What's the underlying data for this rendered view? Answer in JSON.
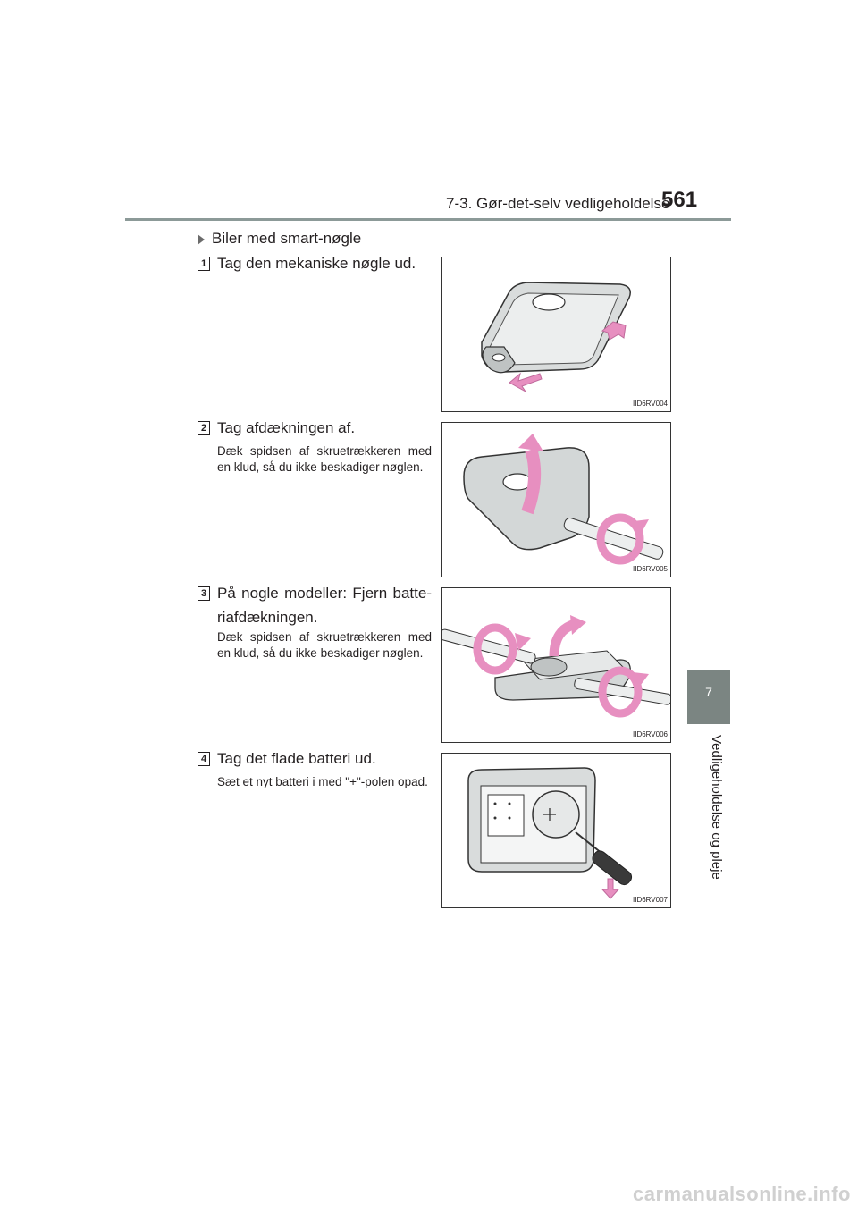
{
  "header": {
    "section_title": "7-3. Gør-det-selv vedligeholdelse",
    "page_number": "561"
  },
  "side_tab": {
    "chapter_number": "7",
    "chapter_label": "Vedligeholdelse og pleje"
  },
  "subheading": "Biler med smart-nøgle",
  "steps": [
    {
      "number": "1",
      "text": "Tag den mekaniske nøgle ud.",
      "note": "",
      "figure_code": "IID6RV004"
    },
    {
      "number": "2",
      "text": "Tag afdækningen af.",
      "note": "Dæk spidsen af skruetrækkeren med en klud, så du ikke beskadiger nøglen.",
      "figure_code": "IID6RV005"
    },
    {
      "number": "3",
      "text": "På nogle modeller: Fjern batte-riafdækningen.",
      "note": "Dæk spidsen af skruetrækkeren med en klud, så du ikke beskadiger nøglen.",
      "figure_code": "IID6RV006"
    },
    {
      "number": "4",
      "text": "Tag det flade batteri ud.",
      "note": "Sæt et nyt batteri i med \"+\"-polen opad.",
      "figure_code": "IID6RV007"
    }
  ],
  "footer": {
    "watermark": "carmanualsonline.info"
  },
  "colors": {
    "arrow_pink": "#e78fc0",
    "tab_gray": "#7b8582",
    "rule_gray": "#8c9a98"
  }
}
